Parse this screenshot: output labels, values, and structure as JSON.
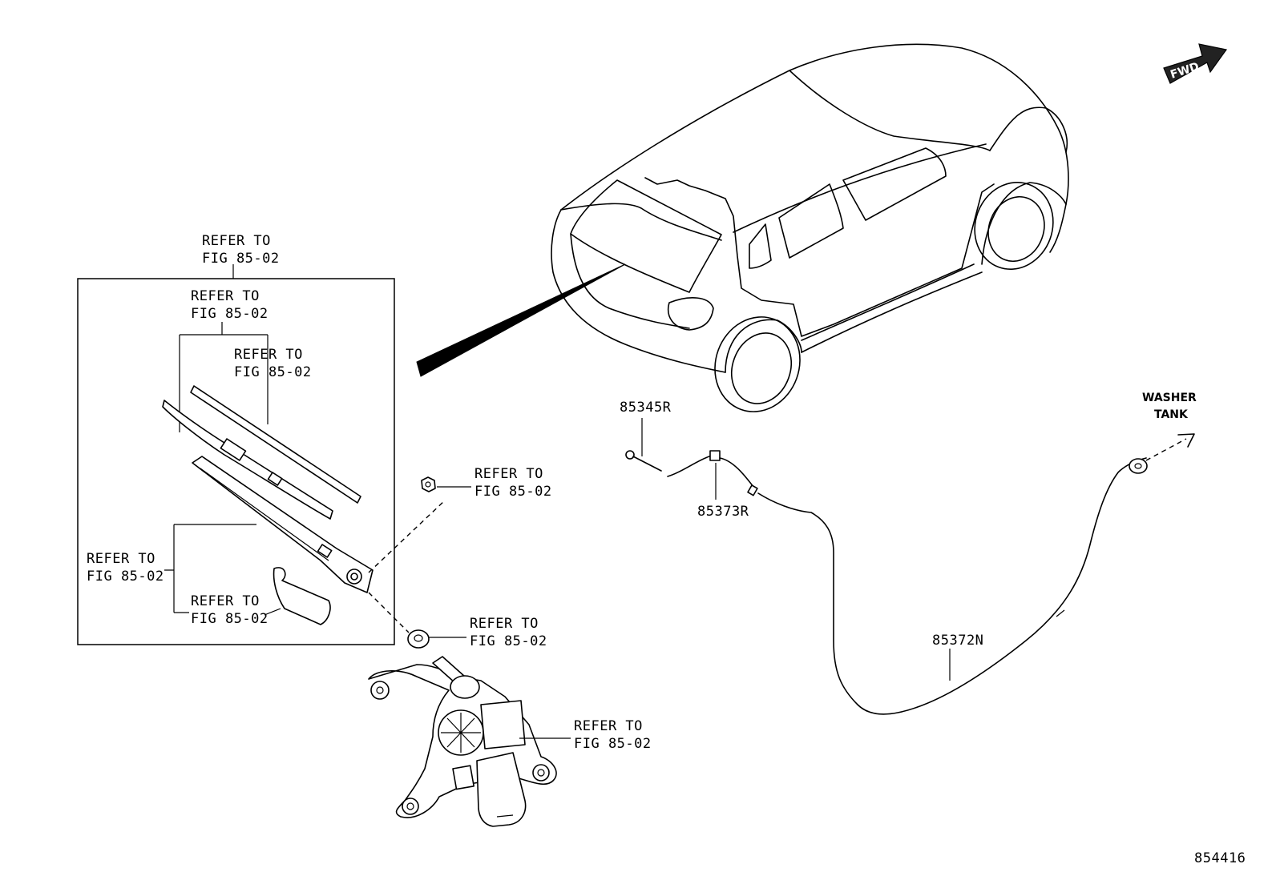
{
  "diagram": {
    "callouts": {
      "box_top": [
        "REFER TO",
        "FIG 85-02"
      ],
      "blade": [
        "REFER TO",
        "FIG 85-02"
      ],
      "refill": [
        "REFER TO",
        "FIG 85-02"
      ],
      "arm": [
        "REFER TO",
        "FIG 85-02"
      ],
      "cap": [
        "REFER TO",
        "FIG 85-02"
      ],
      "nut": [
        "REFER TO",
        "FIG 85-02"
      ],
      "grommet": [
        "REFER TO",
        "FIG 85-02"
      ],
      "motor": [
        "REFER TO",
        "FIG 85-02"
      ]
    },
    "part_numbers": {
      "nozzle": "85345R",
      "joint": "85373R",
      "hose": "85372N"
    },
    "washer_tank": [
      "WASHER",
      "TANK"
    ],
    "fwd_label": "FWD",
    "figure_id": "854416"
  }
}
